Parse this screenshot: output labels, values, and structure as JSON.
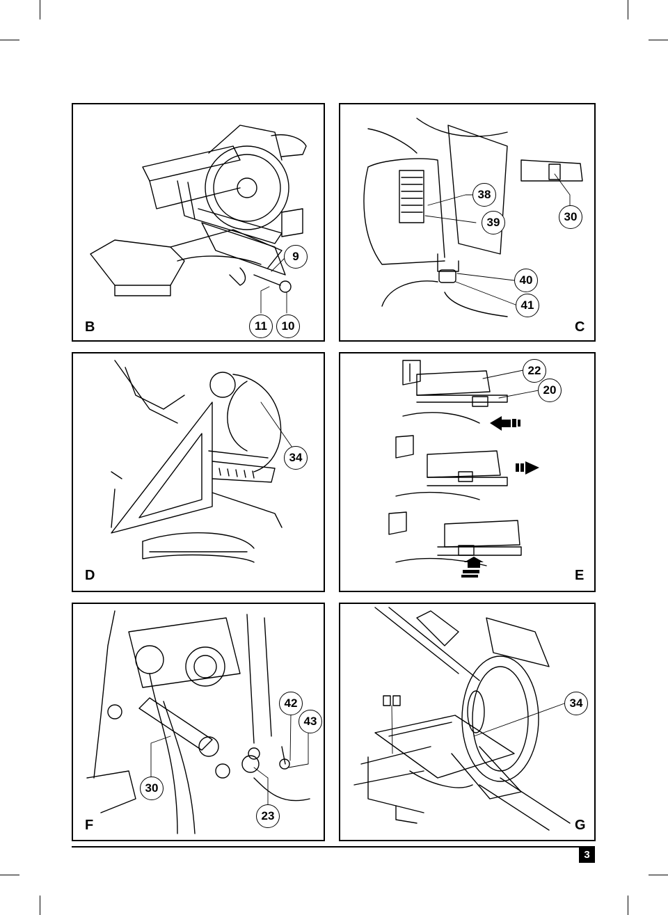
{
  "figures": [
    {
      "id": "B",
      "label": "B",
      "callouts": [
        "9",
        "11",
        "10"
      ]
    },
    {
      "id": "C",
      "label": "C",
      "callouts": [
        "38",
        "39",
        "30",
        "40",
        "41"
      ]
    },
    {
      "id": "D",
      "label": "D",
      "callouts": [
        "34"
      ]
    },
    {
      "id": "E",
      "label": "E",
      "callouts": [
        "22",
        "20"
      ]
    },
    {
      "id": "F",
      "label": "F",
      "callouts": [
        "42",
        "43",
        "30",
        "23"
      ]
    },
    {
      "id": "G",
      "label": "G",
      "callouts": [
        "34"
      ]
    }
  ],
  "page_number": "3"
}
